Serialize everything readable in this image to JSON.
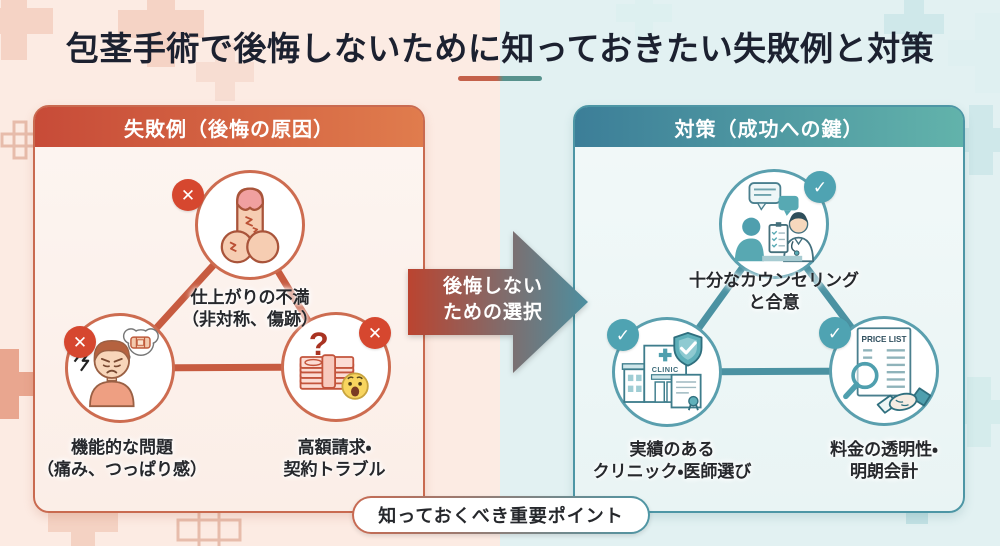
{
  "title": "包茎手術で後悔しないために知っておきたい失敗例と対策",
  "failure_panel": {
    "header": "失敗例（後悔の原因）",
    "items": [
      {
        "mark": "✕",
        "line1": "仕上がりの不満",
        "line2": "（非対称、傷跡）",
        "icon": "surgery-result-icon"
      },
      {
        "mark": "✕",
        "line1": "機能的な問題",
        "line2": "（痛み、つっぱり感）",
        "icon": "pain-person-icon"
      },
      {
        "mark": "✕",
        "line1": "高額請求・",
        "line2": "契約トラブル",
        "icon": "money-trouble-icon"
      }
    ]
  },
  "arrow": {
    "line1": "後悔しない",
    "line2": "ための選択"
  },
  "measure_panel": {
    "header": "対策（成功への鍵）",
    "items": [
      {
        "mark": "✓",
        "line1": "十分なカウンセリング",
        "line2": "と合意",
        "icon": "counseling-icon"
      },
      {
        "mark": "✓",
        "line1": "実績のある",
        "line2": "クリニック・医師選び",
        "icon": "clinic-icon"
      },
      {
        "mark": "✓",
        "line1": "料金の透明性・",
        "line2": "明朗会計",
        "icon": "price-transparency-icon"
      }
    ]
  },
  "footer": {
    "label": "知っておくべき重要ポイント"
  },
  "illustrations": {
    "clinic_sign": "CLINIC",
    "price_list_title": "PRICE LIST",
    "money_question": "?"
  },
  "colors": {
    "background_left": "#fcebe3",
    "background_right": "#e2f1f2",
    "failure_accent": "#c96a50",
    "failure_header_start": "#c74b38",
    "failure_header_end": "#e07c4d",
    "measure_accent": "#4d96a5",
    "measure_header_start": "#3c7e98",
    "measure_header_end": "#62b3ab",
    "x_badge": "#d6472f",
    "check_badge": "#4fa3b2",
    "arrow_start": "#bb4430",
    "arrow_end": "#4d8fa0",
    "title_text": "#1c2130"
  }
}
